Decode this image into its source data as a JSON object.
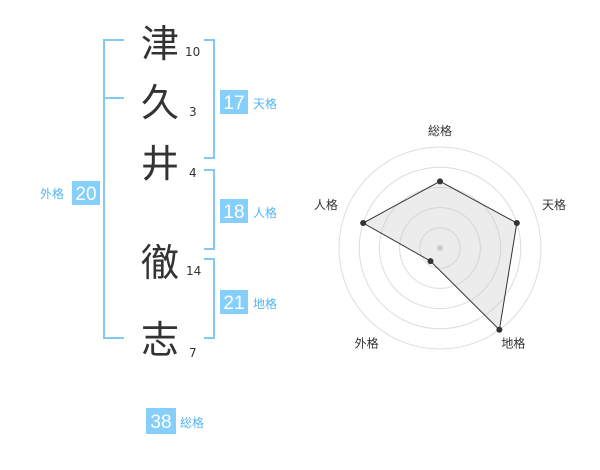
{
  "name_chars": [
    {
      "char": "津",
      "strokes": "10"
    },
    {
      "char": "久",
      "strokes": "3"
    },
    {
      "char": "井",
      "strokes": "4"
    },
    {
      "char": "徹",
      "strokes": "14"
    },
    {
      "char": "志",
      "strokes": "7"
    }
  ],
  "scores": {
    "tenkaku": {
      "value": "17",
      "label": "天格"
    },
    "jinkaku": {
      "value": "18",
      "label": "人格"
    },
    "chikaku": {
      "value": "21",
      "label": "地格"
    },
    "gaikaku": {
      "value": "20",
      "label": "外格"
    },
    "soukaku": {
      "value": "38",
      "label": "総格"
    }
  },
  "chart_data": {
    "type": "radar",
    "axes": [
      "総格",
      "天格",
      "地格",
      "外格",
      "人格"
    ],
    "values": [
      3.3,
      4,
      5,
      0.8,
      4
    ],
    "max": 5,
    "rings": 5
  }
}
